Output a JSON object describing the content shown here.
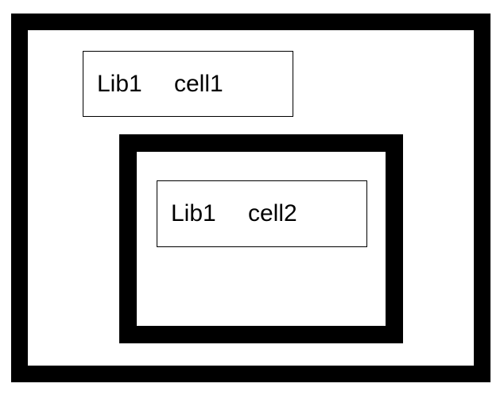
{
  "outer_cell": {
    "library": "Lib1",
    "cell": "cell1"
  },
  "inner_cell": {
    "library": "Lib1",
    "cell": "cell2"
  },
  "colors": {
    "border": "#000000",
    "background": "#ffffff"
  }
}
